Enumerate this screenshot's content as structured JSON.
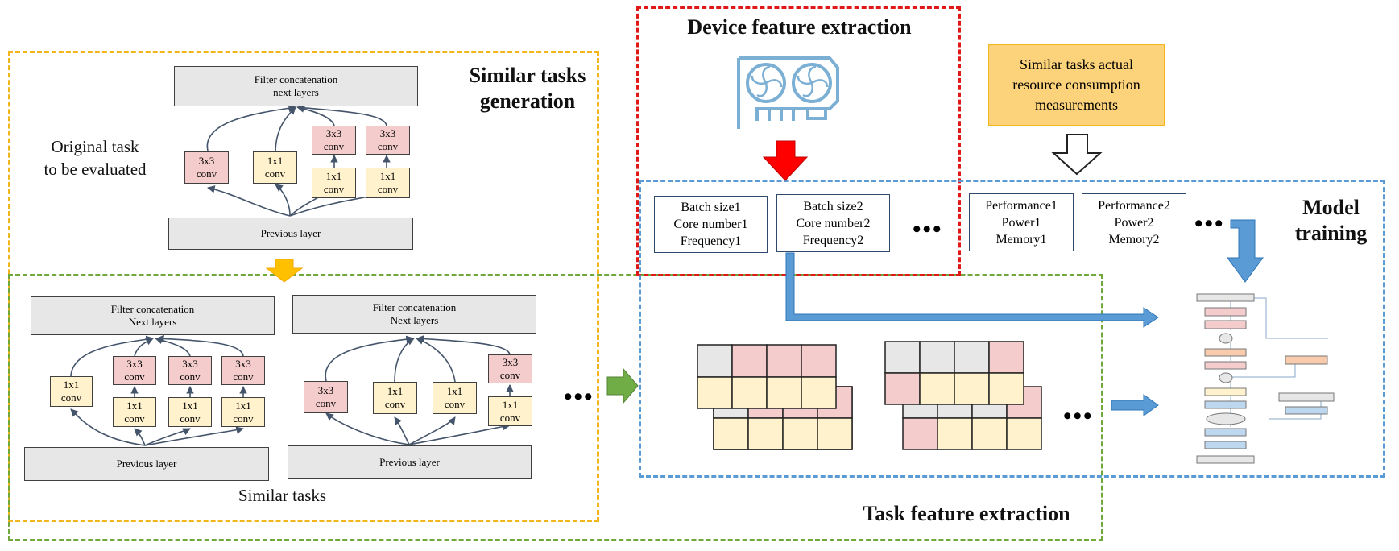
{
  "titles": {
    "similar_gen_line1": "Similar tasks",
    "similar_gen_line2": "generation",
    "device_feature": "Device feature extraction",
    "model_training_line1": "Model",
    "model_training_line2": "training",
    "task_feature": "Task feature extraction"
  },
  "original_task": {
    "line1": "Original task",
    "line2": "to be evaluated",
    "top_box_line1": "Filter concatenation",
    "top_box_line2": "next layers",
    "bottom_box": "Previous layer"
  },
  "similar_tasks_label": "Similar tasks",
  "similar_task_a": {
    "top_line1": "Filter concatenation",
    "top_line2": "Next layers",
    "bottom": "Previous layer"
  },
  "similar_task_b": {
    "top_line1": "Filter concatenation",
    "top_line2": "Next layers",
    "bottom": "Previous layer"
  },
  "conv": {
    "c3": [
      "3x3",
      "conv"
    ],
    "c1": [
      "1x1",
      "conv"
    ]
  },
  "device_features": [
    {
      "l1": "Batch size1",
      "l2": "Core number1",
      "l3": "Frequency1"
    },
    {
      "l1": "Batch size2",
      "l2": "Core number2",
      "l3": "Frequency2"
    }
  ],
  "measurement_box": {
    "l1": "Similar tasks actual",
    "l2": "resource consumption",
    "l3": "measurements"
  },
  "measurements": [
    {
      "l1": "Performance1",
      "l2": "Power1",
      "l3": "Memory1"
    },
    {
      "l1": "Performance2",
      "l2": "Power2",
      "l3": "Memory2"
    }
  ],
  "ellipsis": "•••",
  "icons": [
    "gpu-icon",
    "neural-network-model-icon"
  ],
  "colors": {
    "orange_border": "#f2b61c",
    "green_border": "#70a83c",
    "red_border": "#e01818",
    "blue_border": "#5b9bd5",
    "conv3x3_fill": "#f4cccc",
    "conv1x1_fill": "#fff2cc",
    "layer_fill": "#e7e7e7",
    "arrow_blue": "#5b9bd5",
    "arrow_red": "#ff0000",
    "arrow_orange": "#ffc000",
    "arrow_green": "#70ad47"
  }
}
